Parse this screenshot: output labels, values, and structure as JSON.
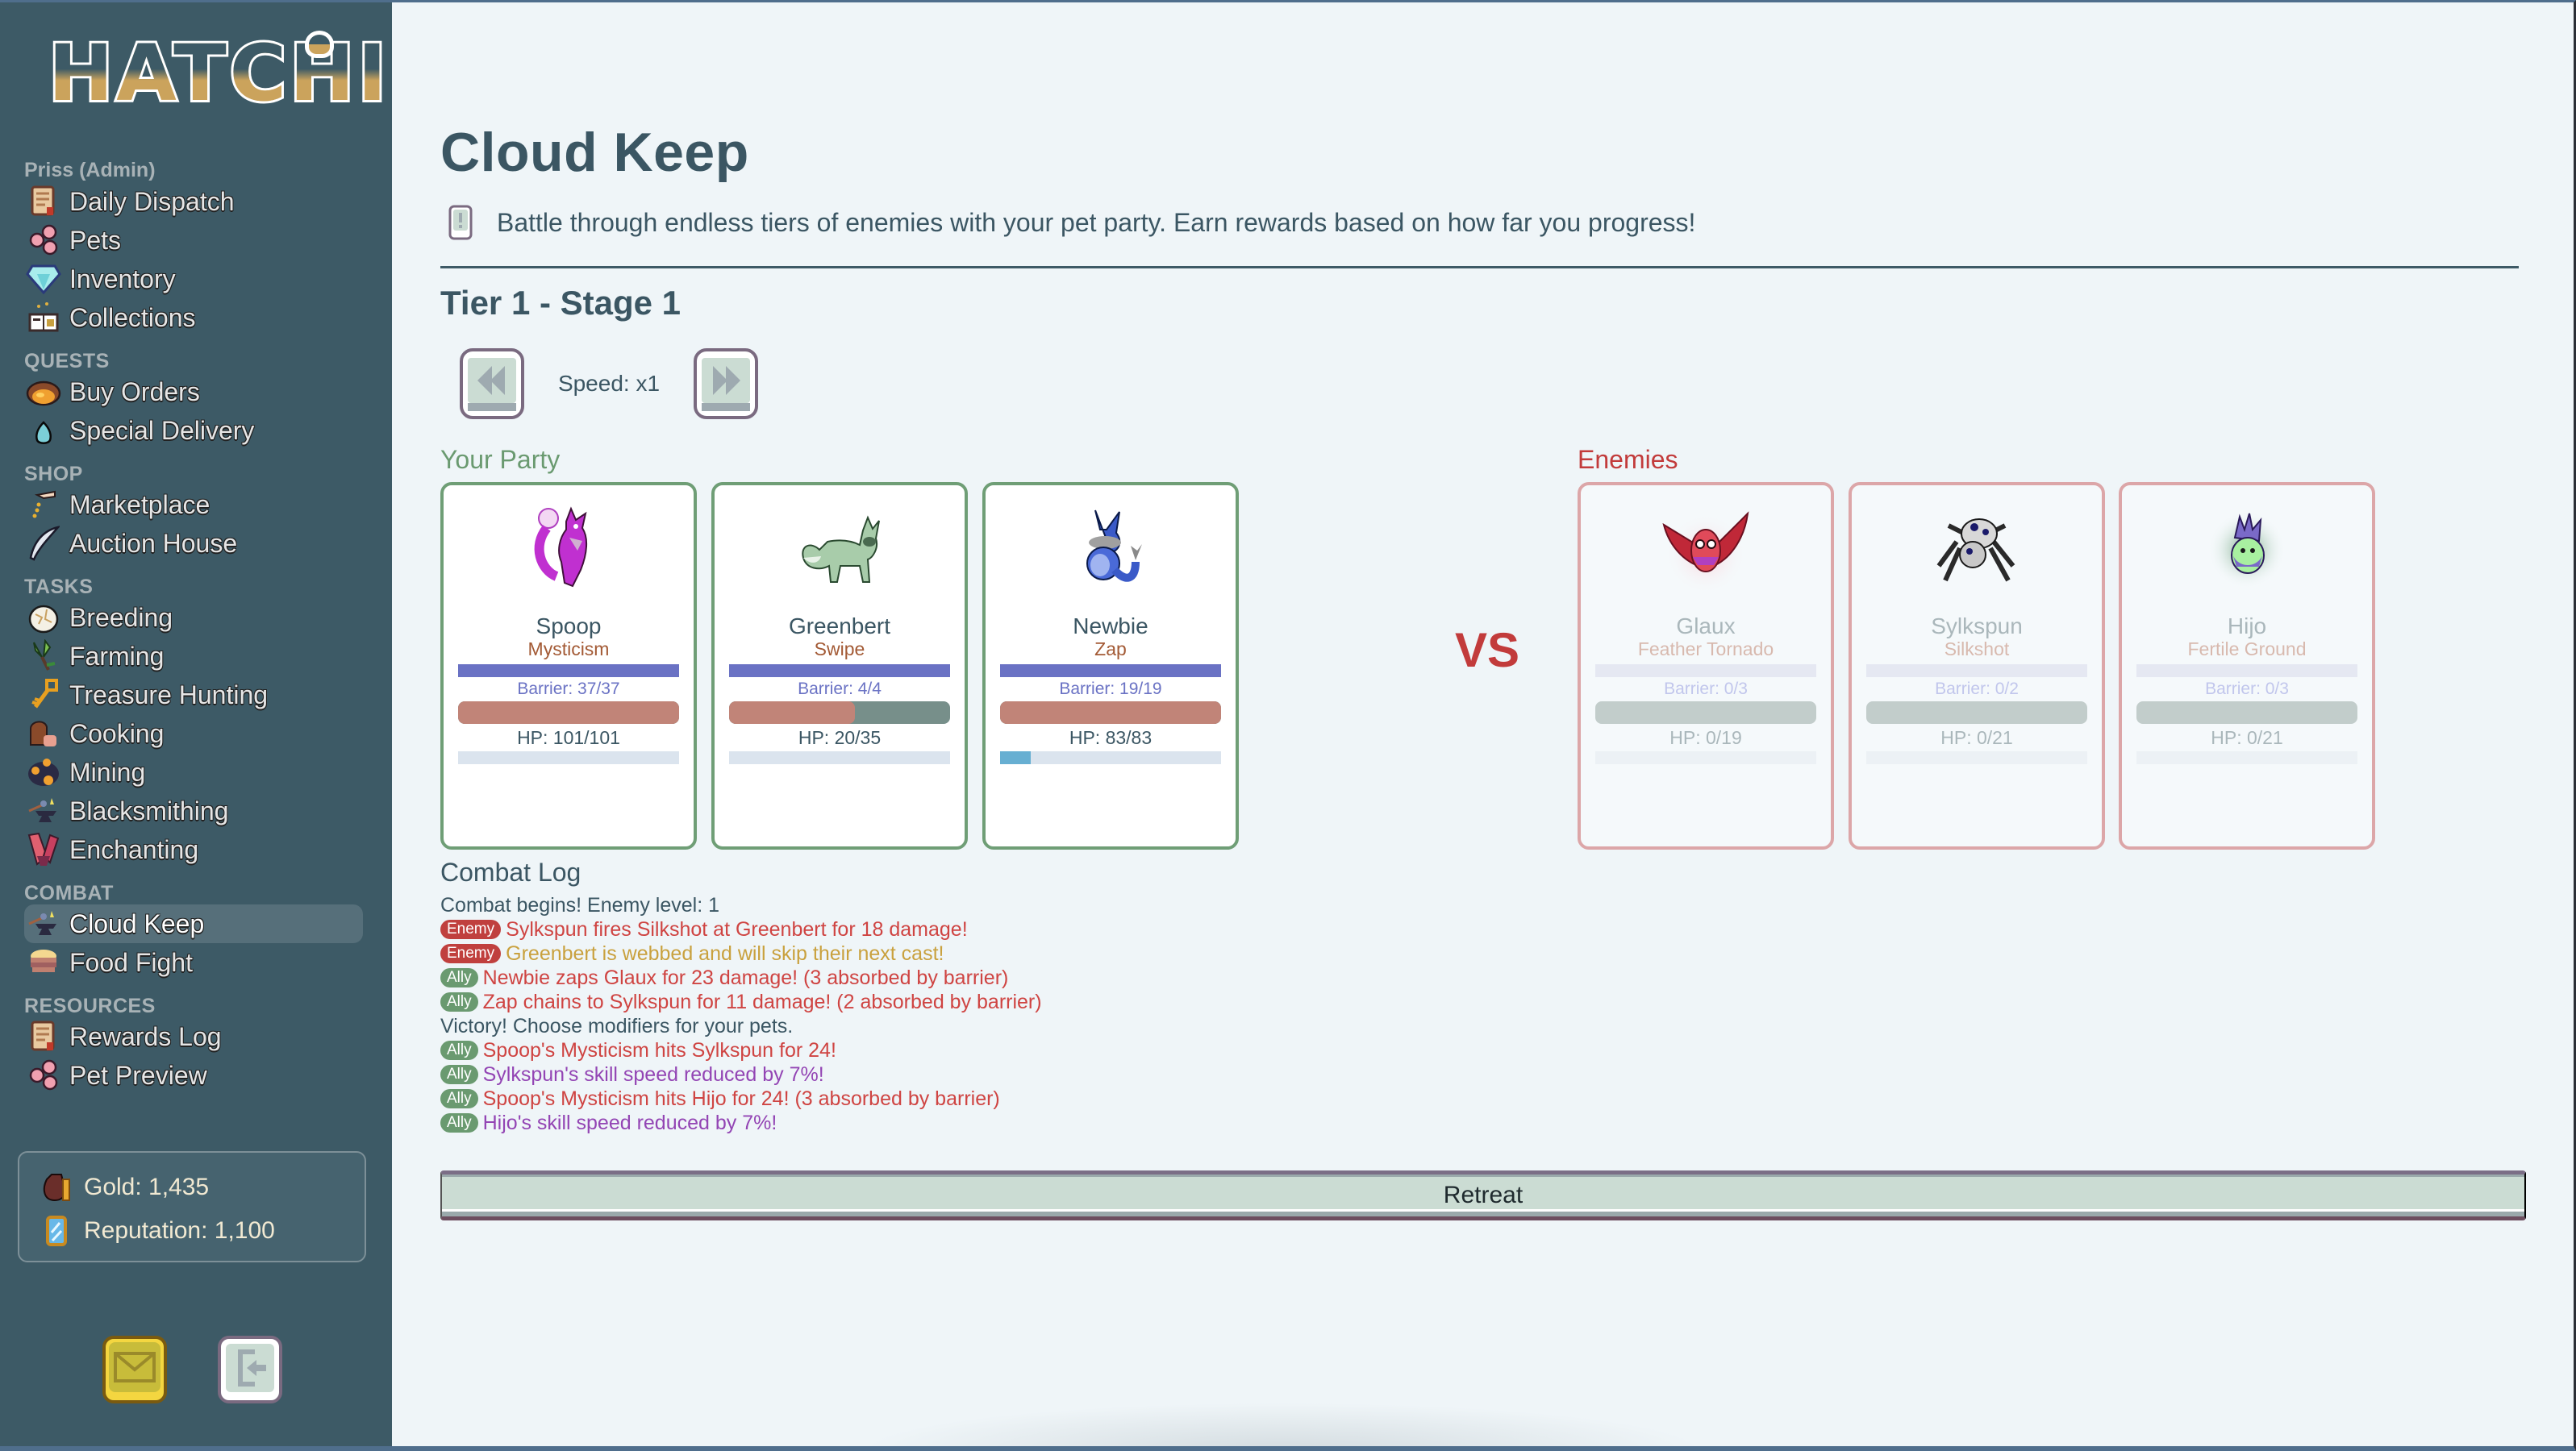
{
  "app": {
    "logo_text": "HATCHI",
    "colors": {
      "sidebar_bg": "#3d5a66",
      "main_bg": "#eff5f8",
      "heading": "#3b5663",
      "ally_green": "#6a9a70",
      "enemy_red": "#c23b3b",
      "barrier_blue": "#6a72c4",
      "hp_fill": "#c18478",
      "cast_blue": "#67afd2",
      "log_red": "#cf4442",
      "log_gold": "#c9a13e",
      "log_purple": "#9345b4"
    }
  },
  "sidebar": {
    "user": "Priss (Admin)",
    "top_items": [
      {
        "label": "Daily Dispatch",
        "icon": "scroll-icon"
      },
      {
        "label": "Pets",
        "icon": "pet-eggs-icon"
      },
      {
        "label": "Inventory",
        "icon": "diamond-icon"
      },
      {
        "label": "Collections",
        "icon": "book-icon"
      }
    ],
    "sections": [
      {
        "title": "QUESTS",
        "items": [
          {
            "label": "Buy Orders",
            "icon": "coin-pile-icon"
          },
          {
            "label": "Special Delivery",
            "icon": "droplet-egg-icon"
          }
        ]
      },
      {
        "title": "SHOP",
        "items": [
          {
            "label": "Marketplace",
            "icon": "hand-coins-icon"
          },
          {
            "label": "Auction House",
            "icon": "quill-icon"
          }
        ]
      },
      {
        "title": "TASKS",
        "items": [
          {
            "label": "Breeding",
            "icon": "cracked-egg-icon"
          },
          {
            "label": "Farming",
            "icon": "herb-icon"
          },
          {
            "label": "Treasure Hunting",
            "icon": "key-icon"
          },
          {
            "label": "Cooking",
            "icon": "bread-icon"
          },
          {
            "label": "Mining",
            "icon": "ore-icon"
          },
          {
            "label": "Blacksmithing",
            "icon": "anvil-icon"
          },
          {
            "label": "Enchanting",
            "icon": "crystal-icon"
          }
        ]
      },
      {
        "title": "COMBAT",
        "items": [
          {
            "label": "Cloud Keep",
            "icon": "anvil-icon",
            "active": true
          },
          {
            "label": "Food Fight",
            "icon": "cake-icon"
          }
        ]
      },
      {
        "title": "RESOURCES",
        "items": [
          {
            "label": "Rewards Log",
            "icon": "scroll-icon"
          },
          {
            "label": "Pet Preview",
            "icon": "pet-eggs-icon"
          }
        ]
      }
    ],
    "wallet": {
      "gold": "Gold: 1,435",
      "reputation": "Reputation: 1,100"
    },
    "buttons": {
      "mail": "mail-icon",
      "logout": "logout-icon"
    }
  },
  "main": {
    "title": "Cloud Keep",
    "description": "Battle through endless tiers of enemies with your pet party. Earn rewards based on how far you progress!",
    "tier": "Tier 1 - Stage 1",
    "speed": "Speed: x1",
    "party_label": "Your Party",
    "enemies_label": "Enemies",
    "vs": "VS",
    "party": [
      {
        "name": "Spoop",
        "skill": "Mysticism",
        "barrier": "Barrier: 37/37",
        "hp": "HP: 101/101",
        "hp_pct": 100,
        "cast_pct": 0
      },
      {
        "name": "Greenbert",
        "skill": "Swipe",
        "barrier": "Barrier: 4/4",
        "hp": "HP: 20/35",
        "hp_pct": 57,
        "cast_pct": 0
      },
      {
        "name": "Newbie",
        "skill": "Zap",
        "barrier": "Barrier: 19/19",
        "hp": "HP: 83/83",
        "hp_pct": 100,
        "cast_pct": 14
      }
    ],
    "enemies": [
      {
        "name": "Glaux",
        "skill": "Feather Tornado",
        "barrier": "Barrier: 0/3",
        "hp": "HP: 0/19",
        "hp_pct": 0,
        "cast_pct": 0
      },
      {
        "name": "Sylkspun",
        "skill": "Silkshot",
        "barrier": "Barrier: 0/2",
        "hp": "HP: 0/21",
        "hp_pct": 0,
        "cast_pct": 0
      },
      {
        "name": "Hijo",
        "skill": "Fertile Ground",
        "barrier": "Barrier: 0/3",
        "hp": "HP: 0/21",
        "hp_pct": 0,
        "cast_pct": 0
      }
    ],
    "combat_log_title": "Combat Log",
    "combat_log": [
      {
        "badge": "",
        "text": "Combat begins! Enemy level: 1",
        "color": "plain"
      },
      {
        "badge": "Enemy",
        "text": "Sylkspun fires Silkshot at Greenbert for 18 damage!",
        "color": "red"
      },
      {
        "badge": "Enemy",
        "text": "Greenbert is webbed and will skip their next cast!",
        "color": "gold"
      },
      {
        "badge": "Ally",
        "text": "Newbie zaps Glaux for 23 damage! (3 absorbed by barrier)",
        "color": "red"
      },
      {
        "badge": "Ally",
        "text": "Zap chains to Sylkspun for 11 damage! (2 absorbed by barrier)",
        "color": "red"
      },
      {
        "badge": "",
        "text": "Victory! Choose modifiers for your pets.",
        "color": "plain"
      },
      {
        "badge": "Ally",
        "text": "Spoop's Mysticism hits Sylkspun for 24!",
        "color": "red"
      },
      {
        "badge": "Ally",
        "text": "Sylkspun's skill speed reduced by 7%!",
        "color": "purple"
      },
      {
        "badge": "Ally",
        "text": "Spoop's Mysticism hits Hijo for 24! (3 absorbed by barrier)",
        "color": "red"
      },
      {
        "badge": "Ally",
        "text": "Hijo's skill speed reduced by 7%!",
        "color": "purple"
      }
    ],
    "retreat_label": "Retreat"
  }
}
